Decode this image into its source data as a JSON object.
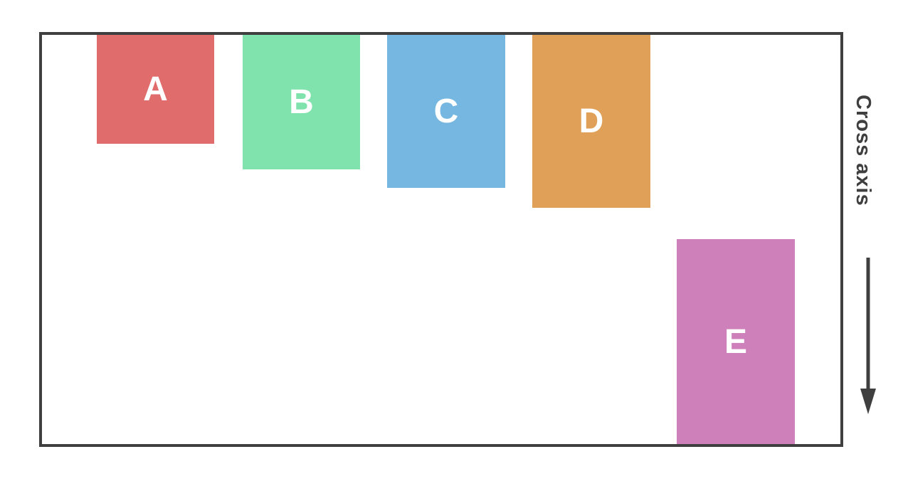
{
  "diagram": {
    "cross_axis_label": "Cross axis",
    "boxes": [
      {
        "label": "A",
        "color": "#E06C6C"
      },
      {
        "label": "B",
        "color": "#80E3AD"
      },
      {
        "label": "C",
        "color": "#75B7E0"
      },
      {
        "label": "D",
        "color": "#E0A057"
      },
      {
        "label": "E",
        "color": "#CD80BA"
      }
    ],
    "colors": {
      "border": "#3F3F3F",
      "arrow": "#3F3F3F",
      "item_label_text": "#FFFFFF"
    }
  }
}
